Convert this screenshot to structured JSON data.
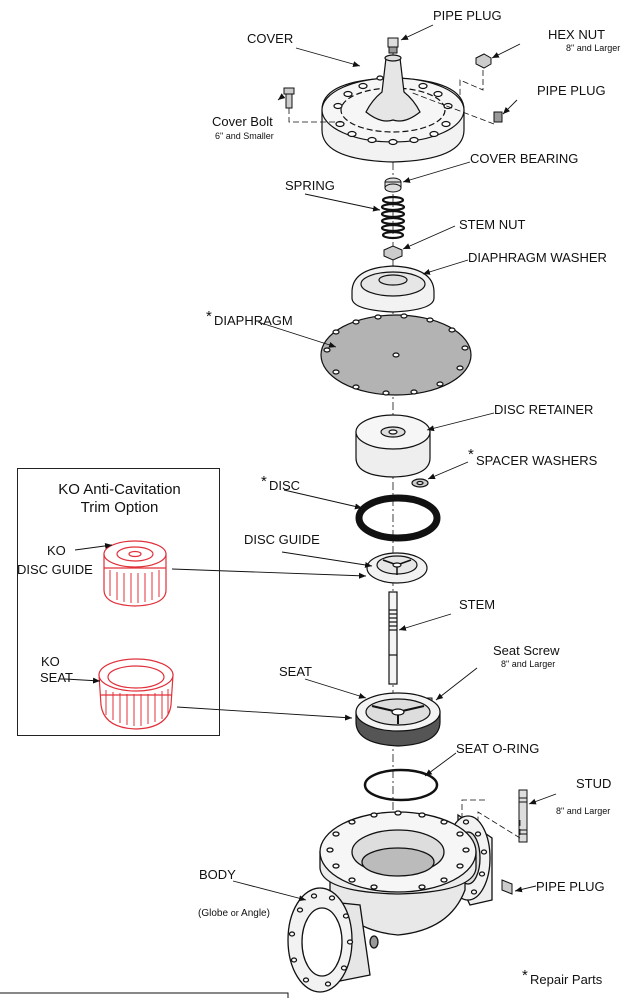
{
  "labels": {
    "pipe_plug_top": "PIPE PLUG",
    "cover": "COVER",
    "hex_nut": "HEX  NUT",
    "hex_nut_note": "8\" and Larger",
    "pipe_plug_right": "PIPE PLUG",
    "cover_bolt": "Cover Bolt",
    "cover_bolt_note": "6\" and Smaller",
    "cover_bearing": "COVER BEARING",
    "spring": "SPRING",
    "stem_nut": "STEM NUT",
    "diaphragm_washer": "DIAPHRAGM WASHER",
    "diaphragm_star": "*",
    "diaphragm": "DIAPHRAGM",
    "disc_retainer": "DISC RETAINER",
    "spacer_star": "*",
    "spacer_washers": "SPACER WASHERS",
    "disc_star": "*",
    "disc": "DISC",
    "disc_guide": "DISC GUIDE",
    "stem": "STEM",
    "seat_screw": "Seat Screw",
    "seat_screw_note": "8\" and Larger",
    "seat": "SEAT",
    "seat_oring": "SEAT O-RING",
    "stud": "STUD",
    "stud_note": "8\" and Larger",
    "body": "BODY",
    "body_note_a": "(Globe ",
    "body_note_or": "or",
    "body_note_b": " Angle)",
    "pipe_plug_body": "PIPE PLUG",
    "repair_star": "*",
    "repair_parts": "Repair Parts"
  },
  "ko_option": {
    "title_line1": "KO Anti-Cavitation",
    "title_line2": "Trim Option",
    "disc_guide_line1": "KO",
    "disc_guide_line2": "DISC GUIDE",
    "seat_line1": "KO",
    "seat_line2": "SEAT",
    "highlight_color": "#e0303a"
  },
  "colors": {
    "line": "#111111",
    "part_fill": "#f2f2f2",
    "diaphragm_fill": "#b3b3b3",
    "ko_red": "#e0303a"
  }
}
